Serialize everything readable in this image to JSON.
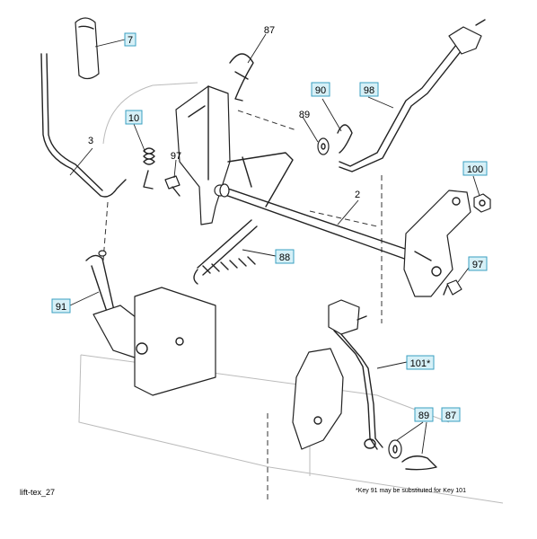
{
  "callouts": {
    "c7": "7",
    "c87a": "87",
    "c98": "98",
    "c90": "90",
    "c89a": "89",
    "c10": "10",
    "c3": "3",
    "c97a": "97",
    "c100": "100",
    "c2": "2",
    "c88": "88",
    "c97b": "97",
    "c91": "91",
    "c101": "101*",
    "c89b": "89",
    "c87b": "87"
  },
  "footer": {
    "left": "lift-tex_27",
    "right": "*Key 91 may be substituted for Key 101"
  }
}
